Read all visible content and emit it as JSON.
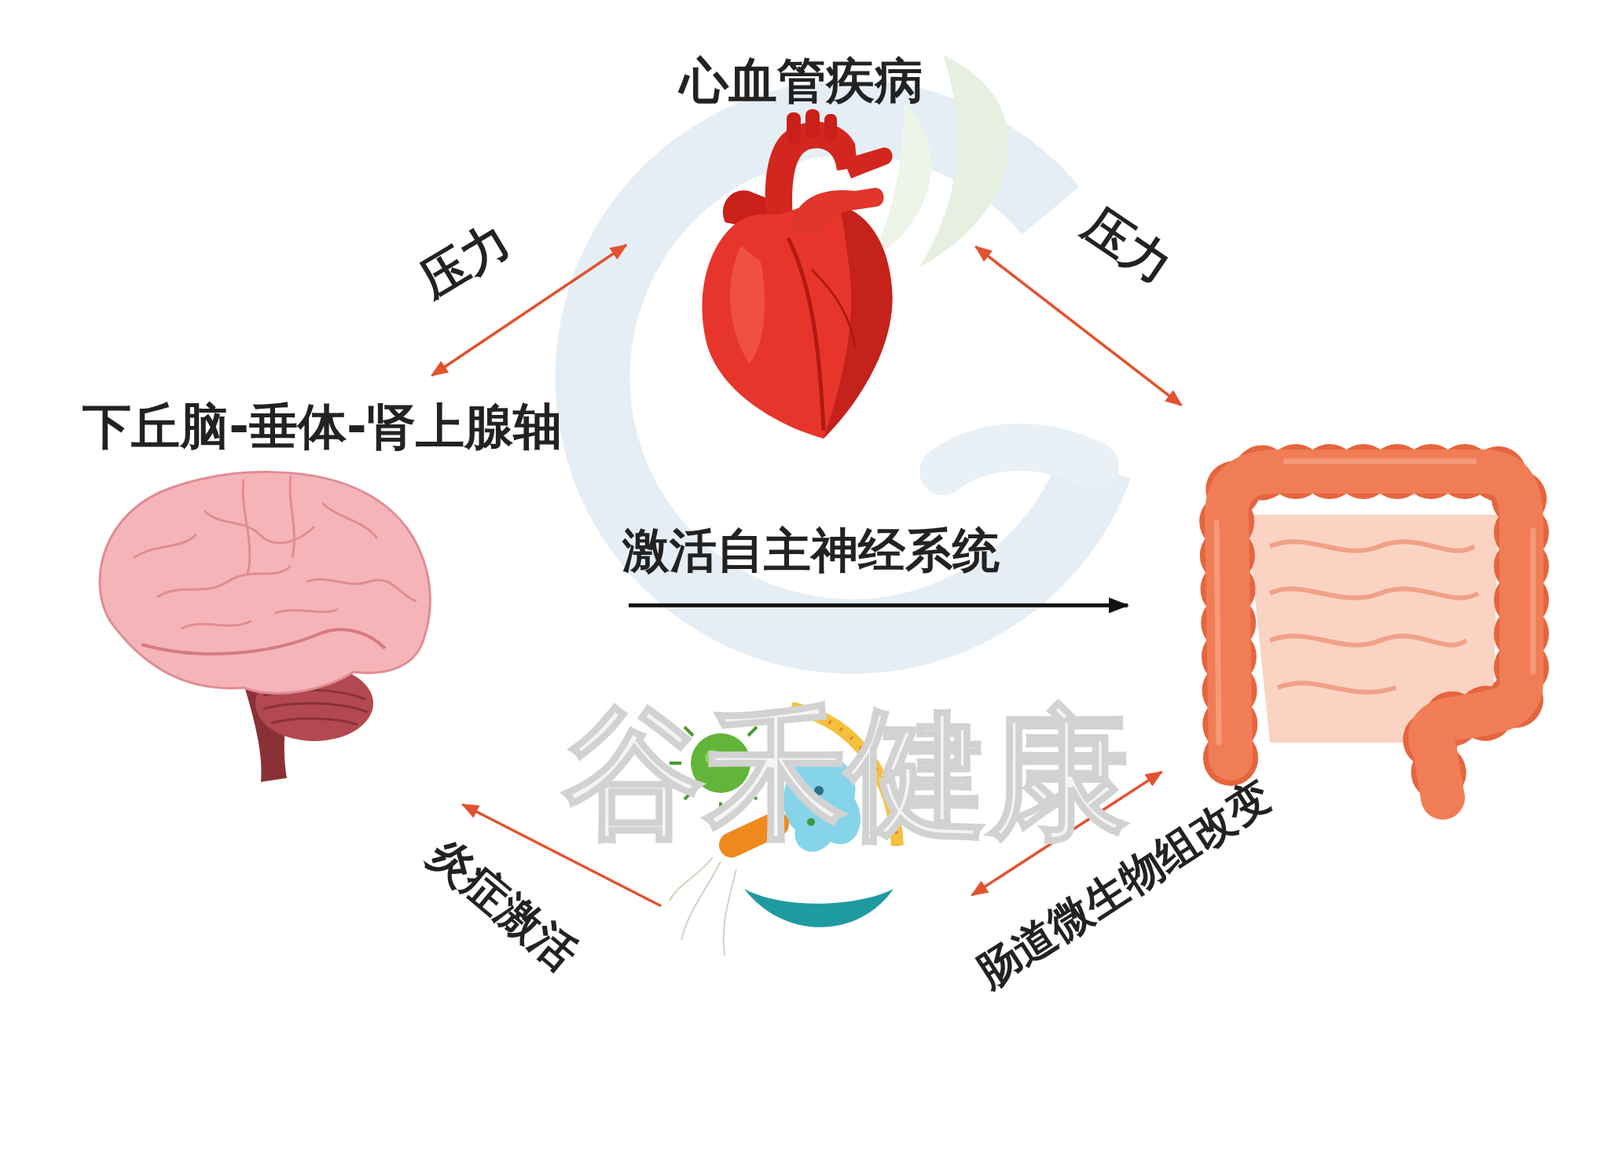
{
  "diagram": {
    "nodes": [
      {
        "text": [
          "心血管疾病"
        ]
      },
      {
        "text": [
          "下丘脑-垂体-肾上腺轴"
        ]
      },
      {
        "text": []
      },
      {
        "text": []
      }
    ],
    "edges": [
      {
        "from": 1,
        "to": 0,
        "arrow": "both",
        "label": "压力"
      },
      {
        "from": 0,
        "to": 2,
        "arrow": "both",
        "label": "压力"
      },
      {
        "from": 1,
        "to": 2,
        "arrow": "to",
        "label": "激活自主神经系统"
      },
      {
        "from": 2,
        "to": 3,
        "arrow": "both",
        "label": "肠道微生物组改变"
      },
      {
        "from": 3,
        "to": 1,
        "arrow": "to",
        "label": "炎症激活"
      }
    ],
    "labels": [
      "谷禾健康"
    ]
  }
}
